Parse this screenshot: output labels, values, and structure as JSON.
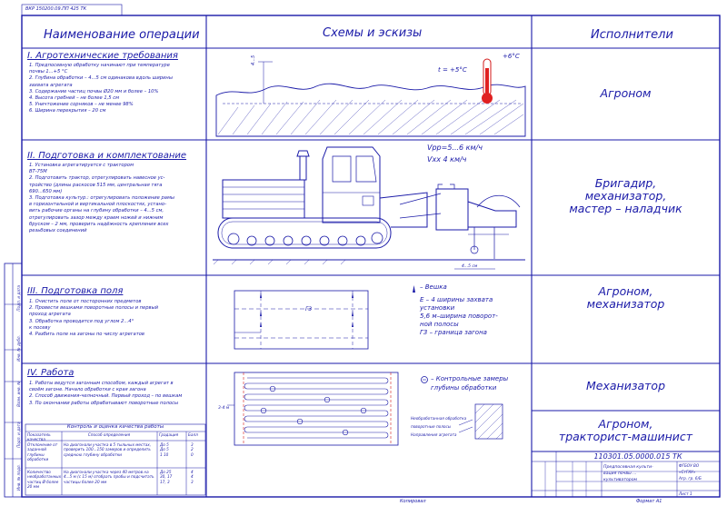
{
  "doc_code_rotated": "ВКР 150200.09.ПП 425 ТК",
  "headers": {
    "operation": "Наименование операции",
    "schemes": "Схемы и эскизы",
    "executors": "Исполнители"
  },
  "sections": [
    {
      "title": "I. Агротехнические требования",
      "lines": [
        "1. Предпосевную обработку начинают при температуре",
        "почвы 1...+5 °С",
        "2. Глубина обработки – 4...5 см одинакова вдоль ширины",
        "захвата агрегата",
        "3. Содержание частиц почвы Ø20 мм и более – 10%",
        "4. Высота гребней – не более 1,5 см",
        "5. Уничтожение сорняков – не менее 98%",
        "6. Ширина перекрытия – 20 см"
      ],
      "executor": [
        "Агроном"
      ]
    },
    {
      "title": "II. Подготовка и комплектование",
      "lines": [
        "1. Установка агрегатируется с трактором",
        "ВТ-75М",
        "2. Подготовить трактор, отрегулировать навесное ус-",
        "тройство (длины раскосов 515 мм, центральная тяга",
        "690...650 мм)",
        "3. Подготовка культур.: отрегулировать положение рамы",
        "в горизонтальной и вертикальной плоскостях, устано-",
        "вить рабочие органы на глубину обработки – 4...5 см,",
        "отрегулировать зазор между краем ножей и нижним",
        "бруском – 2 мм, проверить надёжность крепления всех",
        "резьбовых соединений"
      ],
      "executor": [
        "Бригадир,",
        "механизатор,",
        "мастер – наладчик"
      ]
    },
    {
      "title": "III. Подготовка поля",
      "lines": [
        "1. Очистить поле от посторонних предметов",
        "2. Провести вешками поворотные полосы и первый",
        "проход агрегата",
        "3. Обработка проводится под углом 2...4°",
        "к посеву",
        "4. Разбить поле на загоны по числу агрегатов"
      ],
      "executor": [
        "Агроном,",
        "механизатор"
      ]
    },
    {
      "title": "IV. Работа",
      "lines": [
        "1. Работы ведутся загонным способом, каждый агрегат в",
        "своём загоне. Начало обработки с края загона",
        "2. Способ движения-челночный. Первый проход – по вешкам",
        "3. По окончании работы обрабатывают поворотные полосы"
      ],
      "executor": [
        "Механизатор"
      ]
    }
  ],
  "scheme1": {
    "t_air": "+6°C",
    "t_soil": "t = +5°C",
    "depth_label": "4...5"
  },
  "scheme2": {
    "speed1": "Vрр=5...6 км/ч",
    "speed2": "Vхх 4 км/ч",
    "dim": "4...5 см"
  },
  "scheme3": {
    "field_label": "Г3",
    "legend": [
      "– Вешка",
      "Е – 4 ширины захвата",
      "установки",
      "5,6 м–ширина поворот-",
      "ной полосы",
      "Г3 – граница загона"
    ]
  },
  "scheme4": {
    "dim": "3-4 м",
    "legend": "– Контрольные замеры глубины обработки",
    "notes": [
      "Необработанная обработка",
      "поворотные полосы",
      "Направления агрегата"
    ]
  },
  "control_table": {
    "title": "Контроль и оценка качества работы",
    "headers": [
      "Показатель качества",
      "Способ определения",
      "Градация",
      "Балл"
    ],
    "rows": [
      {
        "name": "Отклонение от заданной глубины обработки",
        "method": "На диагонали участка в 5 тыльных местах, проверить 100...150 замеров и определить среднюю глубину обработки",
        "grade": [
          "До 5",
          "До 5",
          "1 10"
        ],
        "score": [
          "3",
          "2",
          "0"
        ]
      },
      {
        "name": "Количество необработанных частиц Ø более 20 мм",
        "method": "На диагонали участка через 40 метров на 4...5 м (с 15 м) отобрать пробы и подсчитать частицы более 20 мм",
        "grade": [
          "До 25",
          "30, 17",
          "17, 3"
        ],
        "score": [
          "4",
          "4",
          "3"
        ]
      }
    ]
  },
  "title_block": {
    "code": "110301.05.0000.015 ТК",
    "name": [
      "Предпосевная культи-",
      "вация почвы ...",
      "культиватором"
    ],
    "executor_label": "Агроном,",
    "executor_label2": "тракторист-машинист",
    "sheet": "Лист 1",
    "org": [
      "ФГБОУ ВО",
      "«СтГАУ»",
      "Агр. гр. 6/Б"
    ]
  },
  "stamp_side": [
    "Инв. № подл.",
    "Подп. и дата",
    "Взам. инв. №",
    "Инв. № дубл.",
    "Подп. и дата"
  ],
  "bottom": {
    "copy": "Копировал",
    "format": "Формат А1"
  }
}
